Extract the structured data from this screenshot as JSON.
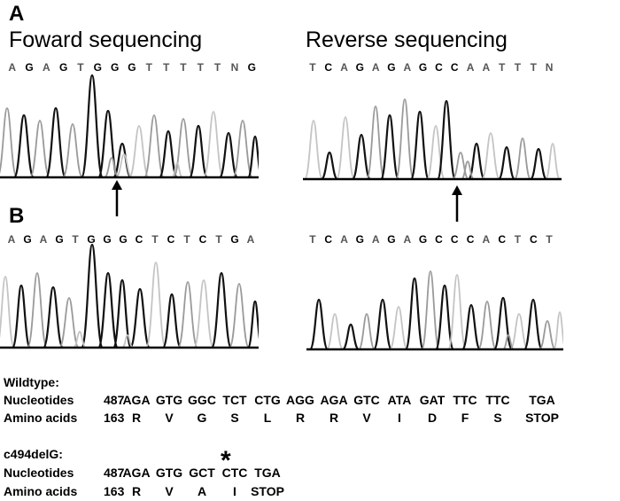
{
  "panelA": {
    "letter": "A",
    "forward_title": "Foward sequencing",
    "reverse_title": "Reverse sequencing",
    "forward_bases": [
      "A",
      "G",
      "A",
      "G",
      "T",
      "G",
      "G",
      "G",
      "T",
      "T",
      "T",
      "T",
      "T",
      "N",
      "G"
    ],
    "reverse_bases": [
      "T",
      "C",
      "A",
      "G",
      "A",
      "G",
      "A",
      "G",
      "C",
      "C",
      "A",
      "A",
      "T",
      "T",
      "T",
      "N"
    ]
  },
  "panelB": {
    "letter": "B",
    "forward_bases": [
      "A",
      "G",
      "A",
      "G",
      "T",
      "G",
      "G",
      "G",
      "C",
      "T",
      "C",
      "T",
      "C",
      "T",
      "G",
      "A"
    ],
    "reverse_bases": [
      "T",
      "C",
      "A",
      "G",
      "A",
      "G",
      "A",
      "G",
      "C",
      "C",
      "C",
      "A",
      "C",
      "T",
      "C",
      "T"
    ]
  },
  "wildtype": {
    "heading": "Wildtype:",
    "nuc_label": "Nucleotides",
    "nuc_start": "487",
    "codons": [
      "AGA",
      "GTG",
      "GGC",
      "TCT",
      "CTG",
      "AGG",
      "AGA",
      "GTC",
      "ATA",
      "GAT",
      "TTC",
      "TTC",
      "TGA"
    ],
    "aa_label": "Amino acids",
    "aa_start": "163",
    "amino_acids": [
      "R",
      "V",
      "G",
      "S",
      "L",
      "R",
      "R",
      "V",
      "I",
      "D",
      "F",
      "S",
      "STOP"
    ]
  },
  "mutant": {
    "heading": "c494delG:",
    "marker": "*",
    "nuc_label": "Nucleotides",
    "nuc_start": "487",
    "codons": [
      "AGA",
      "GTG",
      "GCT",
      "CTC",
      "TGA"
    ],
    "aa_label": "Amino acids",
    "aa_start": "163",
    "amino_acids": [
      "R",
      "V",
      "A",
      "I",
      "STOP"
    ]
  },
  "colors": {
    "trace_black": "#111111",
    "trace_gray": "#9a9a9a",
    "trace_light": "#c4c4c4",
    "text": "#000000"
  }
}
